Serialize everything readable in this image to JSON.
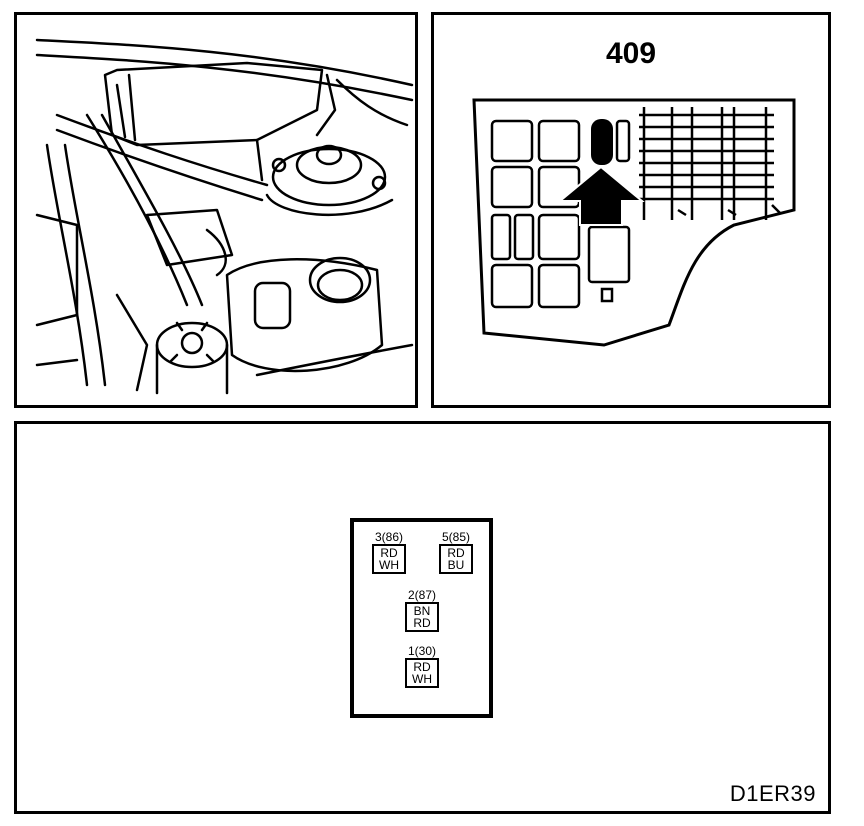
{
  "relay": {
    "number": "409"
  },
  "connector": {
    "pins": [
      {
        "label": "3(86)",
        "colour_top": "RD",
        "colour_bottom": "WH"
      },
      {
        "label": "5(85)",
        "colour_top": "RD",
        "colour_bottom": "BU"
      },
      {
        "label": "2(87)",
        "colour_top": "BN",
        "colour_bottom": "RD"
      },
      {
        "label": "1(30)",
        "colour_top": "RD",
        "colour_bottom": "WH"
      }
    ]
  },
  "diagram_code": "D1ER39"
}
